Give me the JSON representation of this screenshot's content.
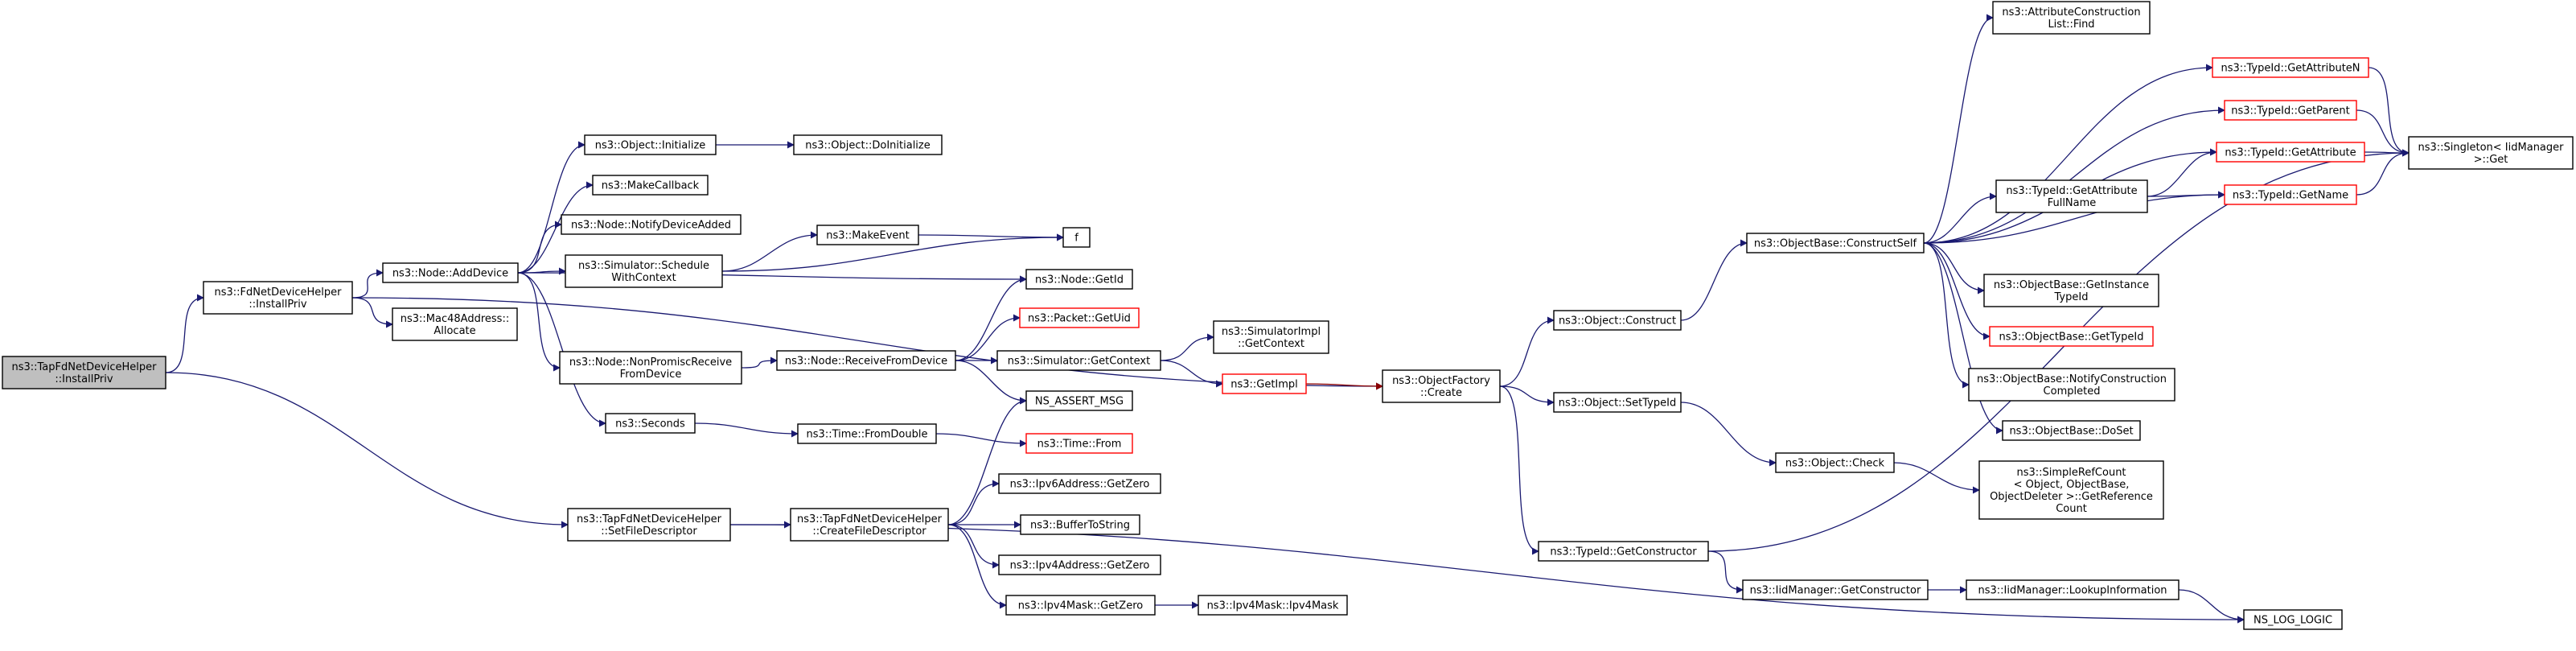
{
  "colors": {
    "node_fill": "#ffffff",
    "node_border": "#000000",
    "root_fill": "#bfbfbf",
    "undocumented_border": "#ff0000",
    "edge": "#191970",
    "edge_red": "#8b0000",
    "text": "#000000"
  },
  "nodes": [
    {
      "id": "root",
      "lines": [
        "ns3::TapFdNetDeviceHelper",
        "::InstallPriv"
      ],
      "style": "root",
      "interactable": false
    },
    {
      "id": "fdInstallPriv",
      "lines": [
        "ns3::FdNetDeviceHelper",
        "::InstallPriv"
      ],
      "style": "normal",
      "interactable": true
    },
    {
      "id": "setFileDesc",
      "lines": [
        "ns3::TapFdNetDeviceHelper",
        "::SetFileDescriptor"
      ],
      "style": "normal",
      "interactable": true
    },
    {
      "id": "addDevice",
      "lines": [
        "ns3::Node::AddDevice"
      ],
      "style": "normal",
      "interactable": true
    },
    {
      "id": "mac48",
      "lines": [
        "ns3::Mac48Address::",
        "Allocate"
      ],
      "style": "normal",
      "interactable": true
    },
    {
      "id": "objInit",
      "lines": [
        "ns3::Object::Initialize"
      ],
      "style": "normal",
      "interactable": true
    },
    {
      "id": "objDoInit",
      "lines": [
        "ns3::Object::DoInitialize"
      ],
      "style": "normal",
      "interactable": true
    },
    {
      "id": "makeCallback",
      "lines": [
        "ns3::MakeCallback"
      ],
      "style": "normal",
      "interactable": true
    },
    {
      "id": "notifyDev",
      "lines": [
        "ns3::Node::NotifyDeviceAdded"
      ],
      "style": "normal",
      "interactable": true
    },
    {
      "id": "schedCtx",
      "lines": [
        "ns3::Simulator::Schedule",
        "WithContext"
      ],
      "style": "normal",
      "interactable": true
    },
    {
      "id": "makeEvent",
      "lines": [
        "ns3::MakeEvent"
      ],
      "style": "normal",
      "interactable": true
    },
    {
      "id": "f",
      "lines": [
        "f"
      ],
      "style": "normal",
      "interactable": true
    },
    {
      "id": "nodeGetId",
      "lines": [
        "ns3::Node::GetId"
      ],
      "style": "normal",
      "interactable": true
    },
    {
      "id": "packetGetUid",
      "lines": [
        "ns3::Packet::GetUid"
      ],
      "style": "undoc",
      "interactable": true
    },
    {
      "id": "nonPromisc",
      "lines": [
        "ns3::Node::NonPromiscReceive",
        "FromDevice"
      ],
      "style": "normal",
      "interactable": true
    },
    {
      "id": "recvFromDev",
      "lines": [
        "ns3::Node::ReceiveFromDevice"
      ],
      "style": "normal",
      "interactable": true
    },
    {
      "id": "simGetCtx",
      "lines": [
        "ns3::Simulator::GetContext"
      ],
      "style": "normal",
      "interactable": true
    },
    {
      "id": "simImplGetCtx",
      "lines": [
        "ns3::SimulatorImpl",
        "::GetContext"
      ],
      "style": "normal",
      "interactable": true
    },
    {
      "id": "getImpl",
      "lines": [
        "ns3::GetImpl"
      ],
      "style": "undoc",
      "interactable": true
    },
    {
      "id": "nsAssert",
      "lines": [
        "NS_ASSERT_MSG"
      ],
      "style": "normal",
      "interactable": true
    },
    {
      "id": "seconds",
      "lines": [
        "ns3::Seconds"
      ],
      "style": "normal",
      "interactable": true
    },
    {
      "id": "fromDouble",
      "lines": [
        "ns3::Time::FromDouble"
      ],
      "style": "normal",
      "interactable": true
    },
    {
      "id": "timeFrom",
      "lines": [
        "ns3::Time::From"
      ],
      "style": "undoc",
      "interactable": true
    },
    {
      "id": "createFileDesc",
      "lines": [
        "ns3::TapFdNetDeviceHelper",
        "::CreateFileDescriptor"
      ],
      "style": "normal",
      "interactable": true
    },
    {
      "id": "ipv6Zero",
      "lines": [
        "ns3::Ipv6Address::GetZero"
      ],
      "style": "normal",
      "interactable": true
    },
    {
      "id": "bufToString",
      "lines": [
        "ns3::BufferToString"
      ],
      "style": "normal",
      "interactable": true
    },
    {
      "id": "ipv4Zero",
      "lines": [
        "ns3::Ipv4Address::GetZero"
      ],
      "style": "normal",
      "interactable": true
    },
    {
      "id": "ipv4MaskZero",
      "lines": [
        "ns3::Ipv4Mask::GetZero"
      ],
      "style": "normal",
      "interactable": true
    },
    {
      "id": "ipv4Mask",
      "lines": [
        "ns3::Ipv4Mask::Ipv4Mask"
      ],
      "style": "normal",
      "interactable": true
    },
    {
      "id": "objFactoryCreate",
      "lines": [
        "ns3::ObjectFactory",
        "::Create"
      ],
      "style": "normal",
      "interactable": true
    },
    {
      "id": "objConstruct",
      "lines": [
        "ns3::Object::Construct"
      ],
      "style": "normal",
      "interactable": true
    },
    {
      "id": "objSetTypeId",
      "lines": [
        "ns3::Object::SetTypeId"
      ],
      "style": "normal",
      "interactable": true
    },
    {
      "id": "typeIdGetCtor",
      "lines": [
        "ns3::TypeId::GetConstructor"
      ],
      "style": "normal",
      "interactable": true
    },
    {
      "id": "objCheck",
      "lines": [
        "ns3::Object::Check"
      ],
      "style": "normal",
      "interactable": true
    },
    {
      "id": "iidGetCtor",
      "lines": [
        "ns3::IidManager::GetConstructor"
      ],
      "style": "normal",
      "interactable": true
    },
    {
      "id": "iidLookup",
      "lines": [
        "ns3::IidManager::LookupInformation"
      ],
      "style": "normal",
      "interactable": true
    },
    {
      "id": "nsLogLogic",
      "lines": [
        "NS_LOG_LOGIC"
      ],
      "style": "normal",
      "interactable": true
    },
    {
      "id": "constructSelf",
      "lines": [
        "ns3::ObjectBase::ConstructSelf"
      ],
      "style": "normal",
      "interactable": true
    },
    {
      "id": "attrConstrFind",
      "lines": [
        "ns3::AttributeConstruction",
        "List::Find"
      ],
      "style": "normal",
      "interactable": true
    },
    {
      "id": "getAttributeN",
      "lines": [
        "ns3::TypeId::GetAttributeN"
      ],
      "style": "undoc",
      "interactable": true
    },
    {
      "id": "getParent",
      "lines": [
        "ns3::TypeId::GetParent"
      ],
      "style": "undoc",
      "interactable": true
    },
    {
      "id": "getAttribute",
      "lines": [
        "ns3::TypeId::GetAttribute"
      ],
      "style": "undoc",
      "interactable": true
    },
    {
      "id": "getAttrFullName",
      "lines": [
        "ns3::TypeId::GetAttribute",
        "FullName"
      ],
      "style": "normal",
      "interactable": true
    },
    {
      "id": "getName",
      "lines": [
        "ns3::TypeId::GetName"
      ],
      "style": "undoc",
      "interactable": true
    },
    {
      "id": "singletonGet",
      "lines": [
        "ns3::Singleton< IidManager",
        " >::Get"
      ],
      "style": "normal",
      "interactable": true
    },
    {
      "id": "getInstanceTypeId",
      "lines": [
        "ns3::ObjectBase::GetInstance",
        "TypeId"
      ],
      "style": "normal",
      "interactable": true
    },
    {
      "id": "objBaseGetTypeId",
      "lines": [
        "ns3::ObjectBase::GetTypeId"
      ],
      "style": "undoc",
      "interactable": true
    },
    {
      "id": "notifyConstrCompleted",
      "lines": [
        "ns3::ObjectBase::NotifyConstruction",
        "Completed"
      ],
      "style": "normal",
      "interactable": true
    },
    {
      "id": "doSet",
      "lines": [
        "ns3::ObjectBase::DoSet"
      ],
      "style": "normal",
      "interactable": true
    },
    {
      "id": "simpleRefCount",
      "lines": [
        "ns3::SimpleRefCount",
        "< Object, ObjectBase,",
        " ObjectDeleter >::GetReference",
        "Count"
      ],
      "style": "normal",
      "interactable": true
    }
  ],
  "edges": [
    {
      "from": "root",
      "to": "fdInstallPriv"
    },
    {
      "from": "root",
      "to": "setFileDesc"
    },
    {
      "from": "fdInstallPriv",
      "to": "addDevice"
    },
    {
      "from": "fdInstallPriv",
      "to": "mac48"
    },
    {
      "from": "fdInstallPriv",
      "to": "objFactoryCreate"
    },
    {
      "from": "addDevice",
      "to": "objInit"
    },
    {
      "from": "addDevice",
      "to": "makeCallback"
    },
    {
      "from": "addDevice",
      "to": "notifyDev"
    },
    {
      "from": "addDevice",
      "to": "schedCtx"
    },
    {
      "from": "addDevice",
      "to": "nodeGetId"
    },
    {
      "from": "addDevice",
      "to": "nonPromisc"
    },
    {
      "from": "addDevice",
      "to": "seconds"
    },
    {
      "from": "objInit",
      "to": "objDoInit"
    },
    {
      "from": "schedCtx",
      "to": "makeEvent"
    },
    {
      "from": "schedCtx",
      "to": "f"
    },
    {
      "from": "makeEvent",
      "to": "f"
    },
    {
      "from": "nonPromisc",
      "to": "recvFromDev"
    },
    {
      "from": "recvFromDev",
      "to": "nodeGetId"
    },
    {
      "from": "recvFromDev",
      "to": "packetGetUid"
    },
    {
      "from": "recvFromDev",
      "to": "simGetCtx"
    },
    {
      "from": "recvFromDev",
      "to": "nsAssert"
    },
    {
      "from": "simGetCtx",
      "to": "simImplGetCtx"
    },
    {
      "from": "simGetCtx",
      "to": "getImpl"
    },
    {
      "from": "getImpl",
      "to": "objFactoryCreate",
      "red": true
    },
    {
      "from": "seconds",
      "to": "fromDouble"
    },
    {
      "from": "fromDouble",
      "to": "timeFrom"
    },
    {
      "from": "setFileDesc",
      "to": "createFileDesc"
    },
    {
      "from": "setFileDesc",
      "to": "nsLogLogic"
    },
    {
      "from": "createFileDesc",
      "to": "nsAssert"
    },
    {
      "from": "createFileDesc",
      "to": "ipv6Zero"
    },
    {
      "from": "createFileDesc",
      "to": "bufToString"
    },
    {
      "from": "createFileDesc",
      "to": "ipv4Zero"
    },
    {
      "from": "createFileDesc",
      "to": "ipv4MaskZero"
    },
    {
      "from": "ipv4MaskZero",
      "to": "ipv4Mask"
    },
    {
      "from": "objFactoryCreate",
      "to": "objConstruct"
    },
    {
      "from": "objFactoryCreate",
      "to": "objSetTypeId"
    },
    {
      "from": "objFactoryCreate",
      "to": "typeIdGetCtor"
    },
    {
      "from": "objConstruct",
      "to": "constructSelf"
    },
    {
      "from": "objSetTypeId",
      "to": "objCheck"
    },
    {
      "from": "objCheck",
      "to": "simpleRefCount"
    },
    {
      "from": "typeIdGetCtor",
      "to": "iidGetCtor"
    },
    {
      "from": "typeIdGetCtor",
      "to": "singletonGet"
    },
    {
      "from": "iidGetCtor",
      "to": "iidLookup"
    },
    {
      "from": "iidLookup",
      "to": "nsLogLogic"
    },
    {
      "from": "constructSelf",
      "to": "attrConstrFind"
    },
    {
      "from": "constructSelf",
      "to": "getAttributeN"
    },
    {
      "from": "constructSelf",
      "to": "getParent"
    },
    {
      "from": "constructSelf",
      "to": "getAttribute"
    },
    {
      "from": "constructSelf",
      "to": "getAttrFullName"
    },
    {
      "from": "constructSelf",
      "to": "getName"
    },
    {
      "from": "constructSelf",
      "to": "getInstanceTypeId"
    },
    {
      "from": "constructSelf",
      "to": "objBaseGetTypeId"
    },
    {
      "from": "constructSelf",
      "to": "notifyConstrCompleted"
    },
    {
      "from": "constructSelf",
      "to": "doSet"
    },
    {
      "from": "getAttrFullName",
      "to": "getAttribute"
    },
    {
      "from": "getAttrFullName",
      "to": "getName"
    },
    {
      "from": "getAttributeN",
      "to": "singletonGet"
    },
    {
      "from": "getParent",
      "to": "singletonGet"
    },
    {
      "from": "getAttribute",
      "to": "singletonGet"
    },
    {
      "from": "getName",
      "to": "singletonGet"
    }
  ]
}
